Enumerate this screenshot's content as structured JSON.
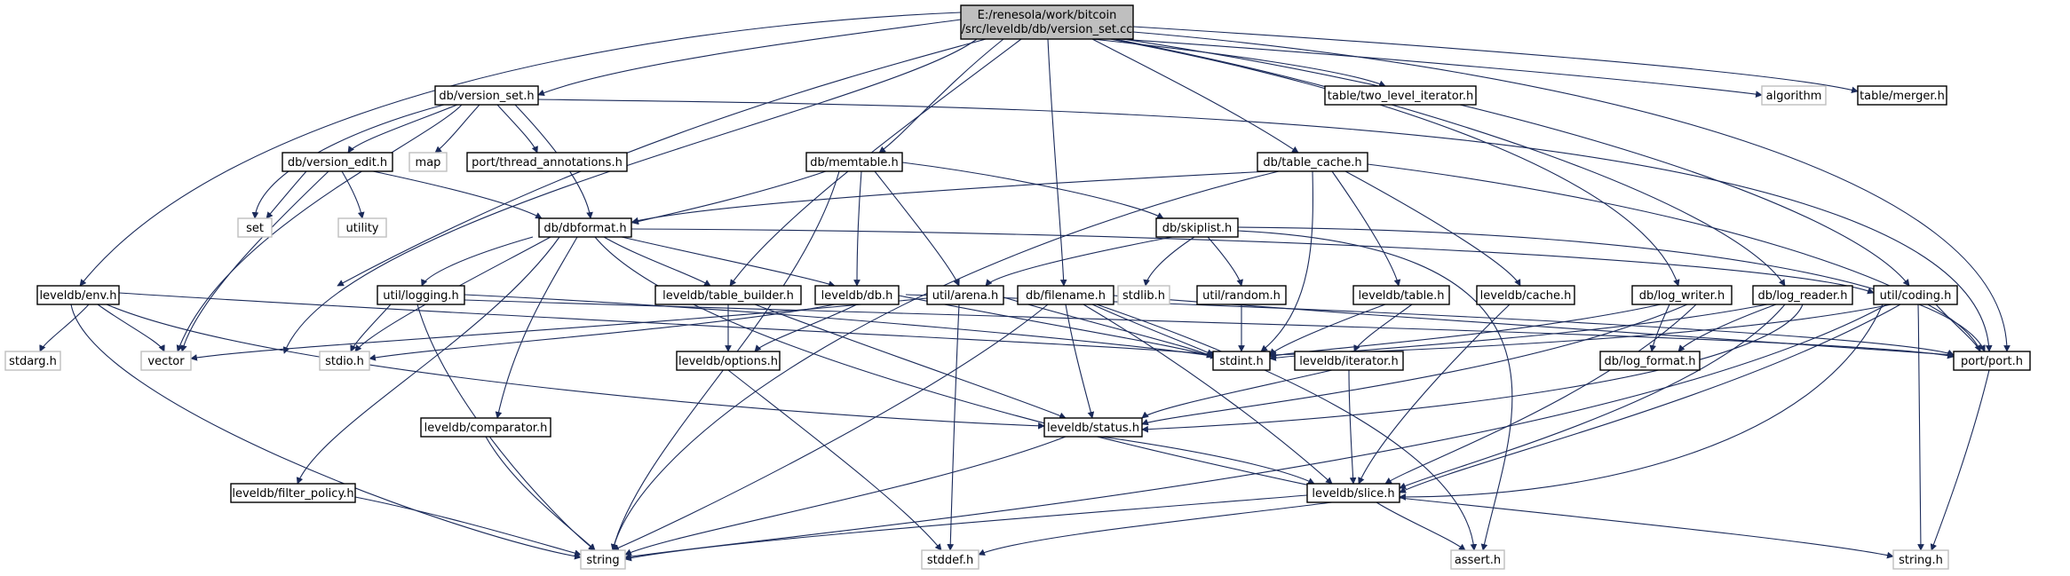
{
  "graph": {
    "root": {
      "line1": "E:/renesola/work/bitcoin",
      "line2": "/src/leveldb/db/version_set.cc"
    },
    "nodes": {
      "version_set_h": "db/version_set.h",
      "two_level_iterator_h": "table/two_level_iterator.h",
      "algorithm": "algorithm",
      "merger_h": "table/merger.h",
      "version_edit_h": "db/version_edit.h",
      "map": "map",
      "thread_annotations_h": "port/thread_annotations.h",
      "memtable_h": "db/memtable.h",
      "table_cache_h": "db/table_cache.h",
      "set": "set",
      "utility": "utility",
      "dbformat_h": "db/dbformat.h",
      "skiplist_h": "db/skiplist.h",
      "env_h": "leveldb/env.h",
      "logging_h": "util/logging.h",
      "table_builder_h": "leveldb/table_builder.h",
      "db_h": "leveldb/db.h",
      "arena_h": "util/arena.h",
      "filename_h": "db/filename.h",
      "stdlib_h": "stdlib.h",
      "random_h": "util/random.h",
      "table_h": "leveldb/table.h",
      "cache_h": "leveldb/cache.h",
      "log_writer_h": "db/log_writer.h",
      "log_reader_h": "db/log_reader.h",
      "coding_h": "util/coding.h",
      "stdarg_h": "stdarg.h",
      "vector": "vector",
      "stdio_h": "stdio.h",
      "options_h": "leveldb/options.h",
      "stdint_h": "stdint.h",
      "iterator_h": "leveldb/iterator.h",
      "log_format_h": "db/log_format.h",
      "port_h": "port/port.h",
      "comparator_h": "leveldb/comparator.h",
      "status_h": "leveldb/status.h",
      "filter_policy_h": "leveldb/filter_policy.h",
      "slice_h": "leveldb/slice.h",
      "string": "string",
      "stddef_h": "stddef.h",
      "assert_h": "assert.h",
      "string_h": "string.h"
    },
    "colors": {
      "edge": "#1a2a5a",
      "node_border": "#000000",
      "system_header_border": "#bfbfbf",
      "root_fill": "#bfbfbf",
      "background": "#ffffff"
    }
  }
}
